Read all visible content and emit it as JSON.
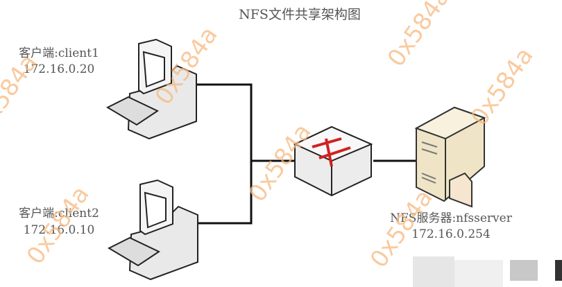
{
  "title": "NFS文件共享架构图",
  "clients": [
    {
      "name": "客户端:client1",
      "ip": "172.16.0.20"
    },
    {
      "name": "客户端:client2",
      "ip": "172.16.0.10"
    }
  ],
  "server": {
    "name": "NFS服务器:nfsserver",
    "ip": "172.16.0.254"
  },
  "watermark": "0x584a",
  "colors": {
    "line": "#111111",
    "switch_arrows": "#d22020",
    "server_body": "#f0e6cc",
    "watermark": "#f7b97f"
  }
}
